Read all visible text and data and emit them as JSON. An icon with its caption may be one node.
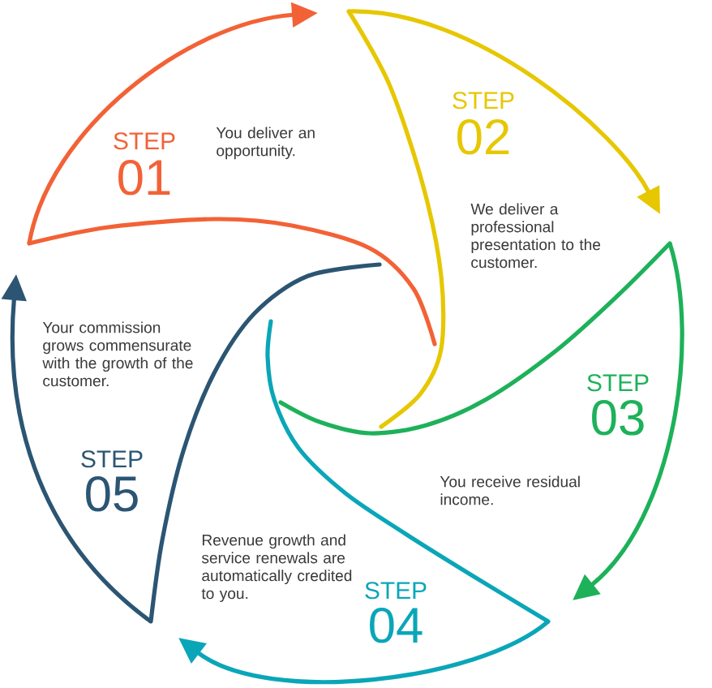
{
  "diagram": {
    "nodes": [
      {
        "text": [
          "STEP",
          "01",
          "You deliver an opportunity."
        ]
      },
      {
        "text": [
          "STEP",
          "02",
          "We deliver a professional presentation to the customer."
        ]
      },
      {
        "text": [
          "STEP",
          "03",
          "You receive residual income."
        ]
      },
      {
        "text": [
          "Revenue growth and service renewals are automatically credited to you.",
          "STEP",
          "04"
        ]
      },
      {
        "text": [
          "Your commission grows commensurate with the growth of the customer.",
          "STEP",
          "05"
        ]
      }
    ],
    "edges": [
      {
        "from": 0,
        "to": 1,
        "arrow": "to",
        "color": "#f26236"
      },
      {
        "from": 1,
        "to": 2,
        "arrow": "to",
        "color": "#e6c700"
      },
      {
        "from": 2,
        "to": 3,
        "arrow": "to",
        "color": "#1db15a"
      },
      {
        "from": 3,
        "to": 4,
        "arrow": "to",
        "color": "#0aa6b8"
      },
      {
        "from": 4,
        "to": 0,
        "arrow": "to",
        "color": "#2b5573"
      }
    ]
  }
}
